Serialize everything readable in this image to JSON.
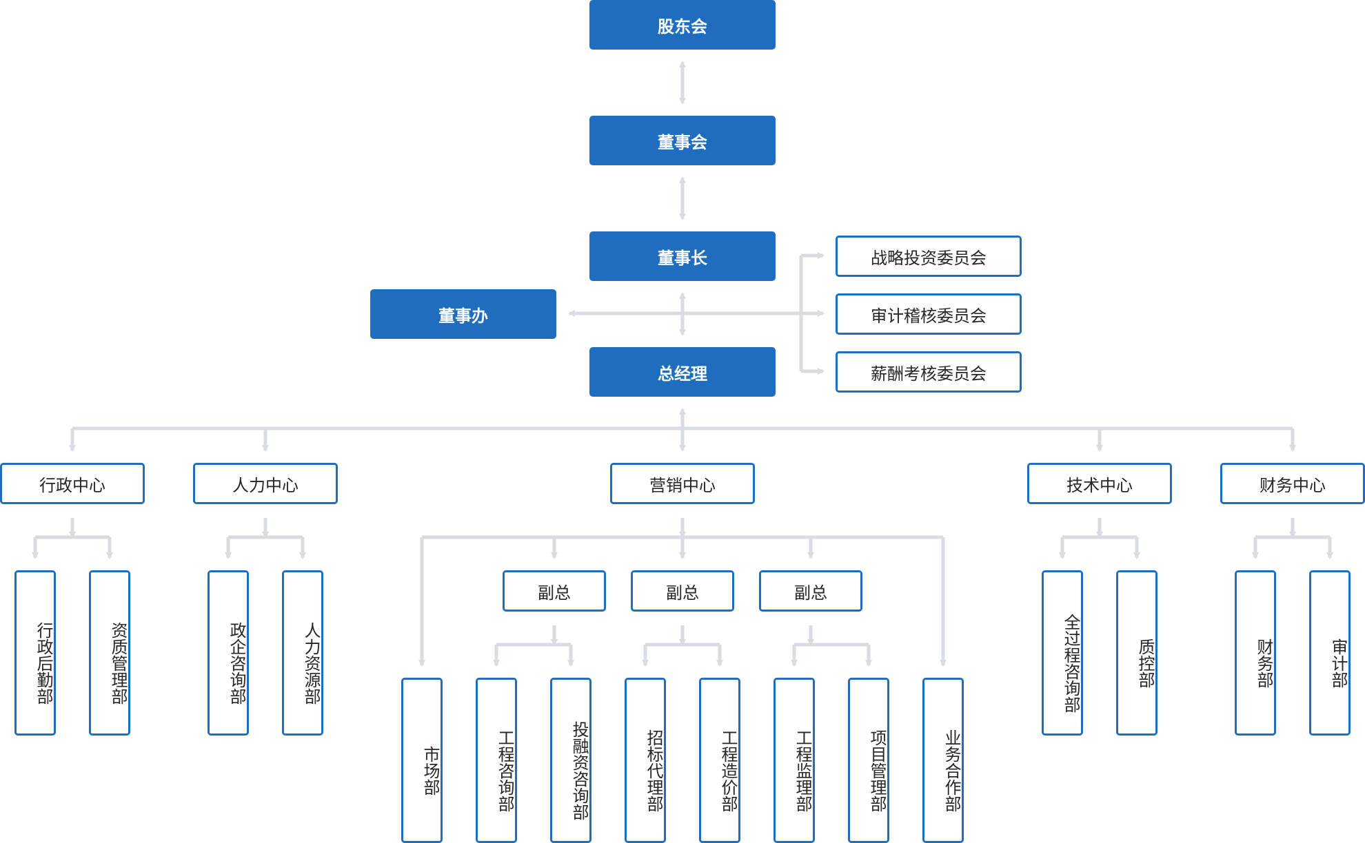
{
  "colors": {
    "primary": "#1e6dbf",
    "connector": "#d9dce0",
    "text_dark": "#262626",
    "text_light": "#ffffff"
  },
  "top": {
    "shareholders": "股东会",
    "board": "董事会",
    "chairman": "董事长",
    "board_office": "董事办",
    "general_manager": "总经理"
  },
  "committees": [
    "战略投资委员会",
    "审计稽核委员会",
    "薪酬考核委员会"
  ],
  "centers": {
    "admin": {
      "name": "行政中心",
      "departments": [
        "行政后勤部",
        "资质管理部"
      ]
    },
    "hr": {
      "name": "人力中心",
      "departments": [
        "政企咨询部",
        "人力资源部"
      ]
    },
    "marketing": {
      "name": "营销中心",
      "vice_presidents": [
        "副总",
        "副总",
        "副总"
      ],
      "departments": [
        "市场部",
        "工程咨询部",
        "投融资咨询部",
        "招标代理部",
        "工程造价部",
        "工程监理部",
        "项目管理部",
        "业务合作部"
      ]
    },
    "tech": {
      "name": "技术中心",
      "departments": [
        "全过程咨询部",
        "质控部"
      ]
    },
    "finance": {
      "name": "财务中心",
      "departments": [
        "财务部",
        "审计部"
      ]
    }
  }
}
